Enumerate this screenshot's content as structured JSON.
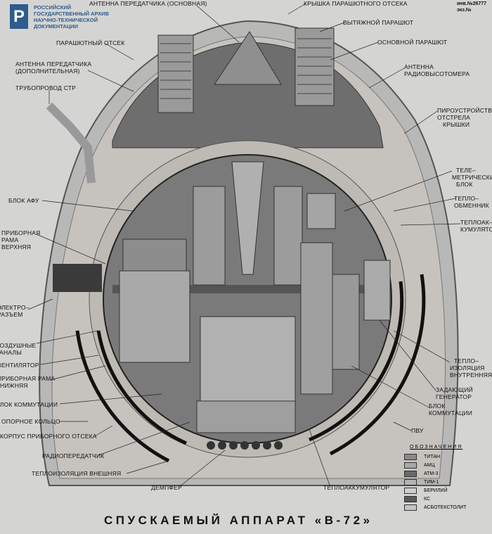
{
  "archive": {
    "logo_letter": "Р",
    "lines": [
      "РОССИЙСКИЙ",
      "ГОСУДАРСТВЕННЫЙ АРХИВ",
      "НАУЧНО-ТЕХНИЧЕСКОЙ",
      "ДОКУМЕНТАЦИИ"
    ],
    "color": "#2f5b8e"
  },
  "inventory": [
    "инв.№26777",
    "экз.№"
  ],
  "labels": {
    "antenna_main": [
      "АНТЕННА ПЕРЕДАТЧИКА (ОСНОВНАЯ)"
    ],
    "parachute_bay": [
      "ПАРАШЮТНЫЙ ОТСЕК"
    ],
    "antenna_aux": [
      "АНТЕННА ПЕРЕДАТЧИКА",
      "(ДОПОЛНИТЕЛЬНАЯ)"
    ],
    "pipeline": [
      "ТРУБОПРОВОД СТР"
    ],
    "lid": [
      "КРЫШКА ПАРАШЮТНОГО ОТСЕКА"
    ],
    "pilot_chute": [
      "ВЫТЯЖНОЙ ПАРАШЮТ"
    ],
    "main_chute": [
      "ОСНОВНОЙ ПАРАШЮТ"
    ],
    "altimeter_antenna": [
      "АНТЕННА",
      "РАДИОВЫСОТОМЕРА"
    ],
    "pyro": [
      "ПИРОУСТРОЙСТВО",
      "ОТСТРЕЛА",
      "КРЫШКИ"
    ],
    "telemetry": [
      "ТЕЛЕ–",
      "МЕТРИЧЕСКИЙ",
      "БЛОК"
    ],
    "heat_exchanger": [
      "ТЕПЛО–",
      "ОБМЕННИК"
    ],
    "heat_accum_r": [
      "ТЕПЛОАК–",
      "КУМУЛЯТОР"
    ],
    "afu": [
      "БЛОК АФУ"
    ],
    "frame_upper": [
      "ПРИБОРНАЯ",
      "РАМА",
      "ВЕРХНЯЯ"
    ],
    "connector": [
      "ЭЛЕКТРО–",
      "РАЗЪЕМ"
    ],
    "air_channels": [
      "ВОЗДУШНЫЕ",
      "КАНАЛЫ"
    ],
    "fan": [
      "ВЕНТИЛЯТОР"
    ],
    "frame_lower": [
      "ПРИБОРНАЯ РАМА",
      "НИЖНЯЯ"
    ],
    "switching_l": [
      "БЛОК КОММУТАЦИИ"
    ],
    "support_ring": [
      "ОПОРНОЕ КОЛЬЦО"
    ],
    "housing": [
      "КОРПУС ПРИБОРНОГО ОТСЕКА"
    ],
    "transmitter": [
      "РАДИОПЕРЕДАТЧИК"
    ],
    "insulation_ext": [
      "ТЕПЛОИЗОЛЯЦИЯ ВНЕШНЯЯ"
    ],
    "damper": [
      "ДЕМПФЕР"
    ],
    "heat_accum_b": [
      "ТЕПЛОАККУМУЛЯТОР"
    ],
    "insulation_int": [
      "ТЕПЛО–",
      "ИЗОЛЯЦИЯ",
      "ВНУТРЕННЯЯ"
    ],
    "master_osc": [
      "ЗАДАЮЩИЙ",
      "ГЕНЕРАТОР"
    ],
    "switching_r": [
      "БЛОК",
      "КОММУТАЦИИ"
    ],
    "pvu": [
      "ПВУ"
    ]
  },
  "legend": {
    "title": "ОБОЗНАЧЕНИЯ",
    "items": [
      {
        "label": "ТИТАН",
        "color": "#8a8a8a"
      },
      {
        "label": "АМЦ",
        "color": "#a8a8a8"
      },
      {
        "label": "АТМ-3",
        "color": "#6a6a6a"
      },
      {
        "label": "ТИМ-1",
        "color": "#b4b4b4"
      },
      {
        "label": "БЕРИЛИЙ",
        "color": "#cfcfcf"
      },
      {
        "label": "КС",
        "color": "#5a5a5a"
      },
      {
        "label": "АСБОТЕКСТОЛИТ",
        "color": "#c4c4c4"
      }
    ]
  },
  "title": "СПУСКАЕМЫЙ АППАРАТ «В-72»"
}
